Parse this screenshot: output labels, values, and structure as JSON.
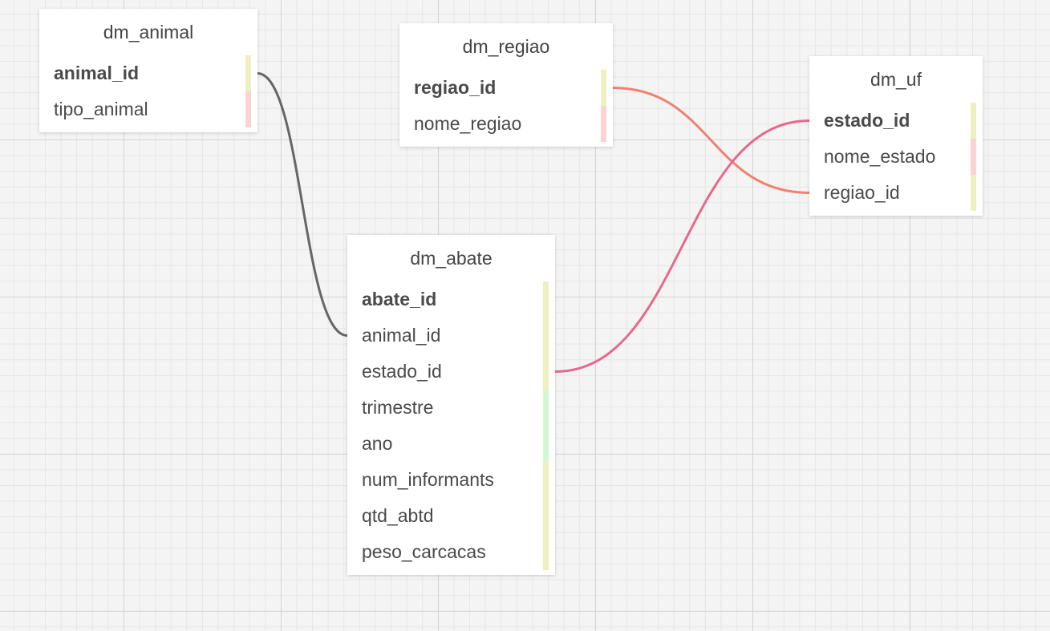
{
  "tables": [
    {
      "id": "dm_animal",
      "title": "dm_animal",
      "fields": [
        {
          "name": "animal_id",
          "pk": true,
          "bar": "yellow"
        },
        {
          "name": "tipo_animal",
          "pk": false,
          "bar": "pink"
        }
      ]
    },
    {
      "id": "dm_regiao",
      "title": "dm_regiao",
      "fields": [
        {
          "name": "regiao_id",
          "pk": true,
          "bar": "yellow"
        },
        {
          "name": "nome_regiao",
          "pk": false,
          "bar": "pink"
        }
      ]
    },
    {
      "id": "dm_uf",
      "title": "dm_uf",
      "fields": [
        {
          "name": "estado_id",
          "pk": true,
          "bar": "yellow"
        },
        {
          "name": "nome_estado",
          "pk": false,
          "bar": "pink"
        },
        {
          "name": "regiao_id",
          "pk": false,
          "bar": "yellow"
        }
      ]
    },
    {
      "id": "dm_abate",
      "title": "dm_abate",
      "fields": [
        {
          "name": "abate_id",
          "pk": true,
          "bar": "yellow"
        },
        {
          "name": "animal_id",
          "pk": false,
          "bar": "yellow"
        },
        {
          "name": "estado_id",
          "pk": false,
          "bar": "yellow"
        },
        {
          "name": "trimestre",
          "pk": false,
          "bar": "green"
        },
        {
          "name": "ano",
          "pk": false,
          "bar": "green"
        },
        {
          "name": "num_informants",
          "pk": false,
          "bar": "yellow"
        },
        {
          "name": "qtd_abtd",
          "pk": false,
          "bar": "yellow"
        },
        {
          "name": "peso_carcacas",
          "pk": false,
          "bar": "yellow"
        }
      ]
    }
  ],
  "relations": [
    {
      "from": "dm_animal.animal_id",
      "to": "dm_abate.animal_id",
      "color": "#666666"
    },
    {
      "from": "dm_regiao.regiao_id",
      "to": "dm_uf.regiao_id",
      "color": "#f08070"
    },
    {
      "from": "dm_abate.estado_id",
      "to": "dm_uf.estado_id",
      "color": "#e8688c"
    }
  ]
}
